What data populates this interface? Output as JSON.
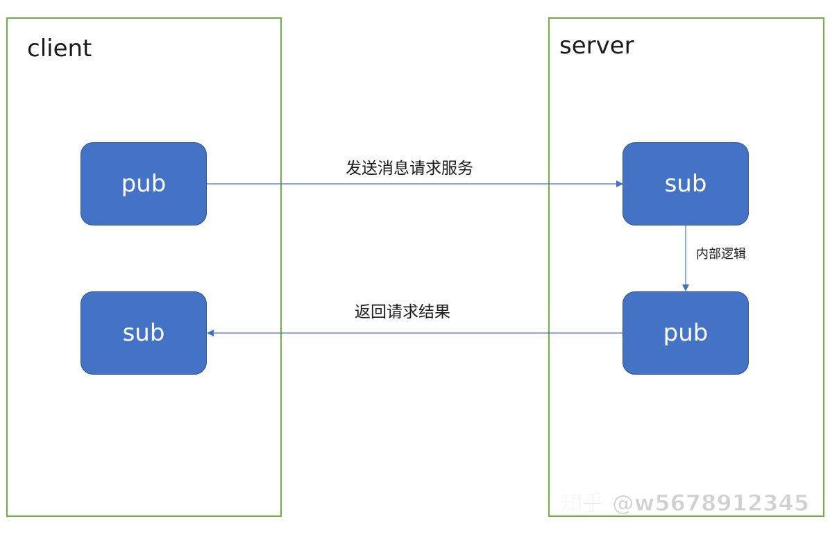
{
  "panels": {
    "client": {
      "title": "client"
    },
    "server": {
      "title": "server"
    }
  },
  "nodes": {
    "client_pub": "pub",
    "client_sub": "sub",
    "server_sub": "sub",
    "server_pub": "pub"
  },
  "edges": {
    "request": "发送消息请求服务",
    "internal": "内部逻辑",
    "response": "返回请求结果"
  },
  "watermark": "知乎 @w5678912345",
  "colors": {
    "panel_border": "#70ad47",
    "node_fill": "#4472c4",
    "node_border": "#2f528f",
    "arrow": "#4472c4",
    "node_text": "#ffffff"
  }
}
